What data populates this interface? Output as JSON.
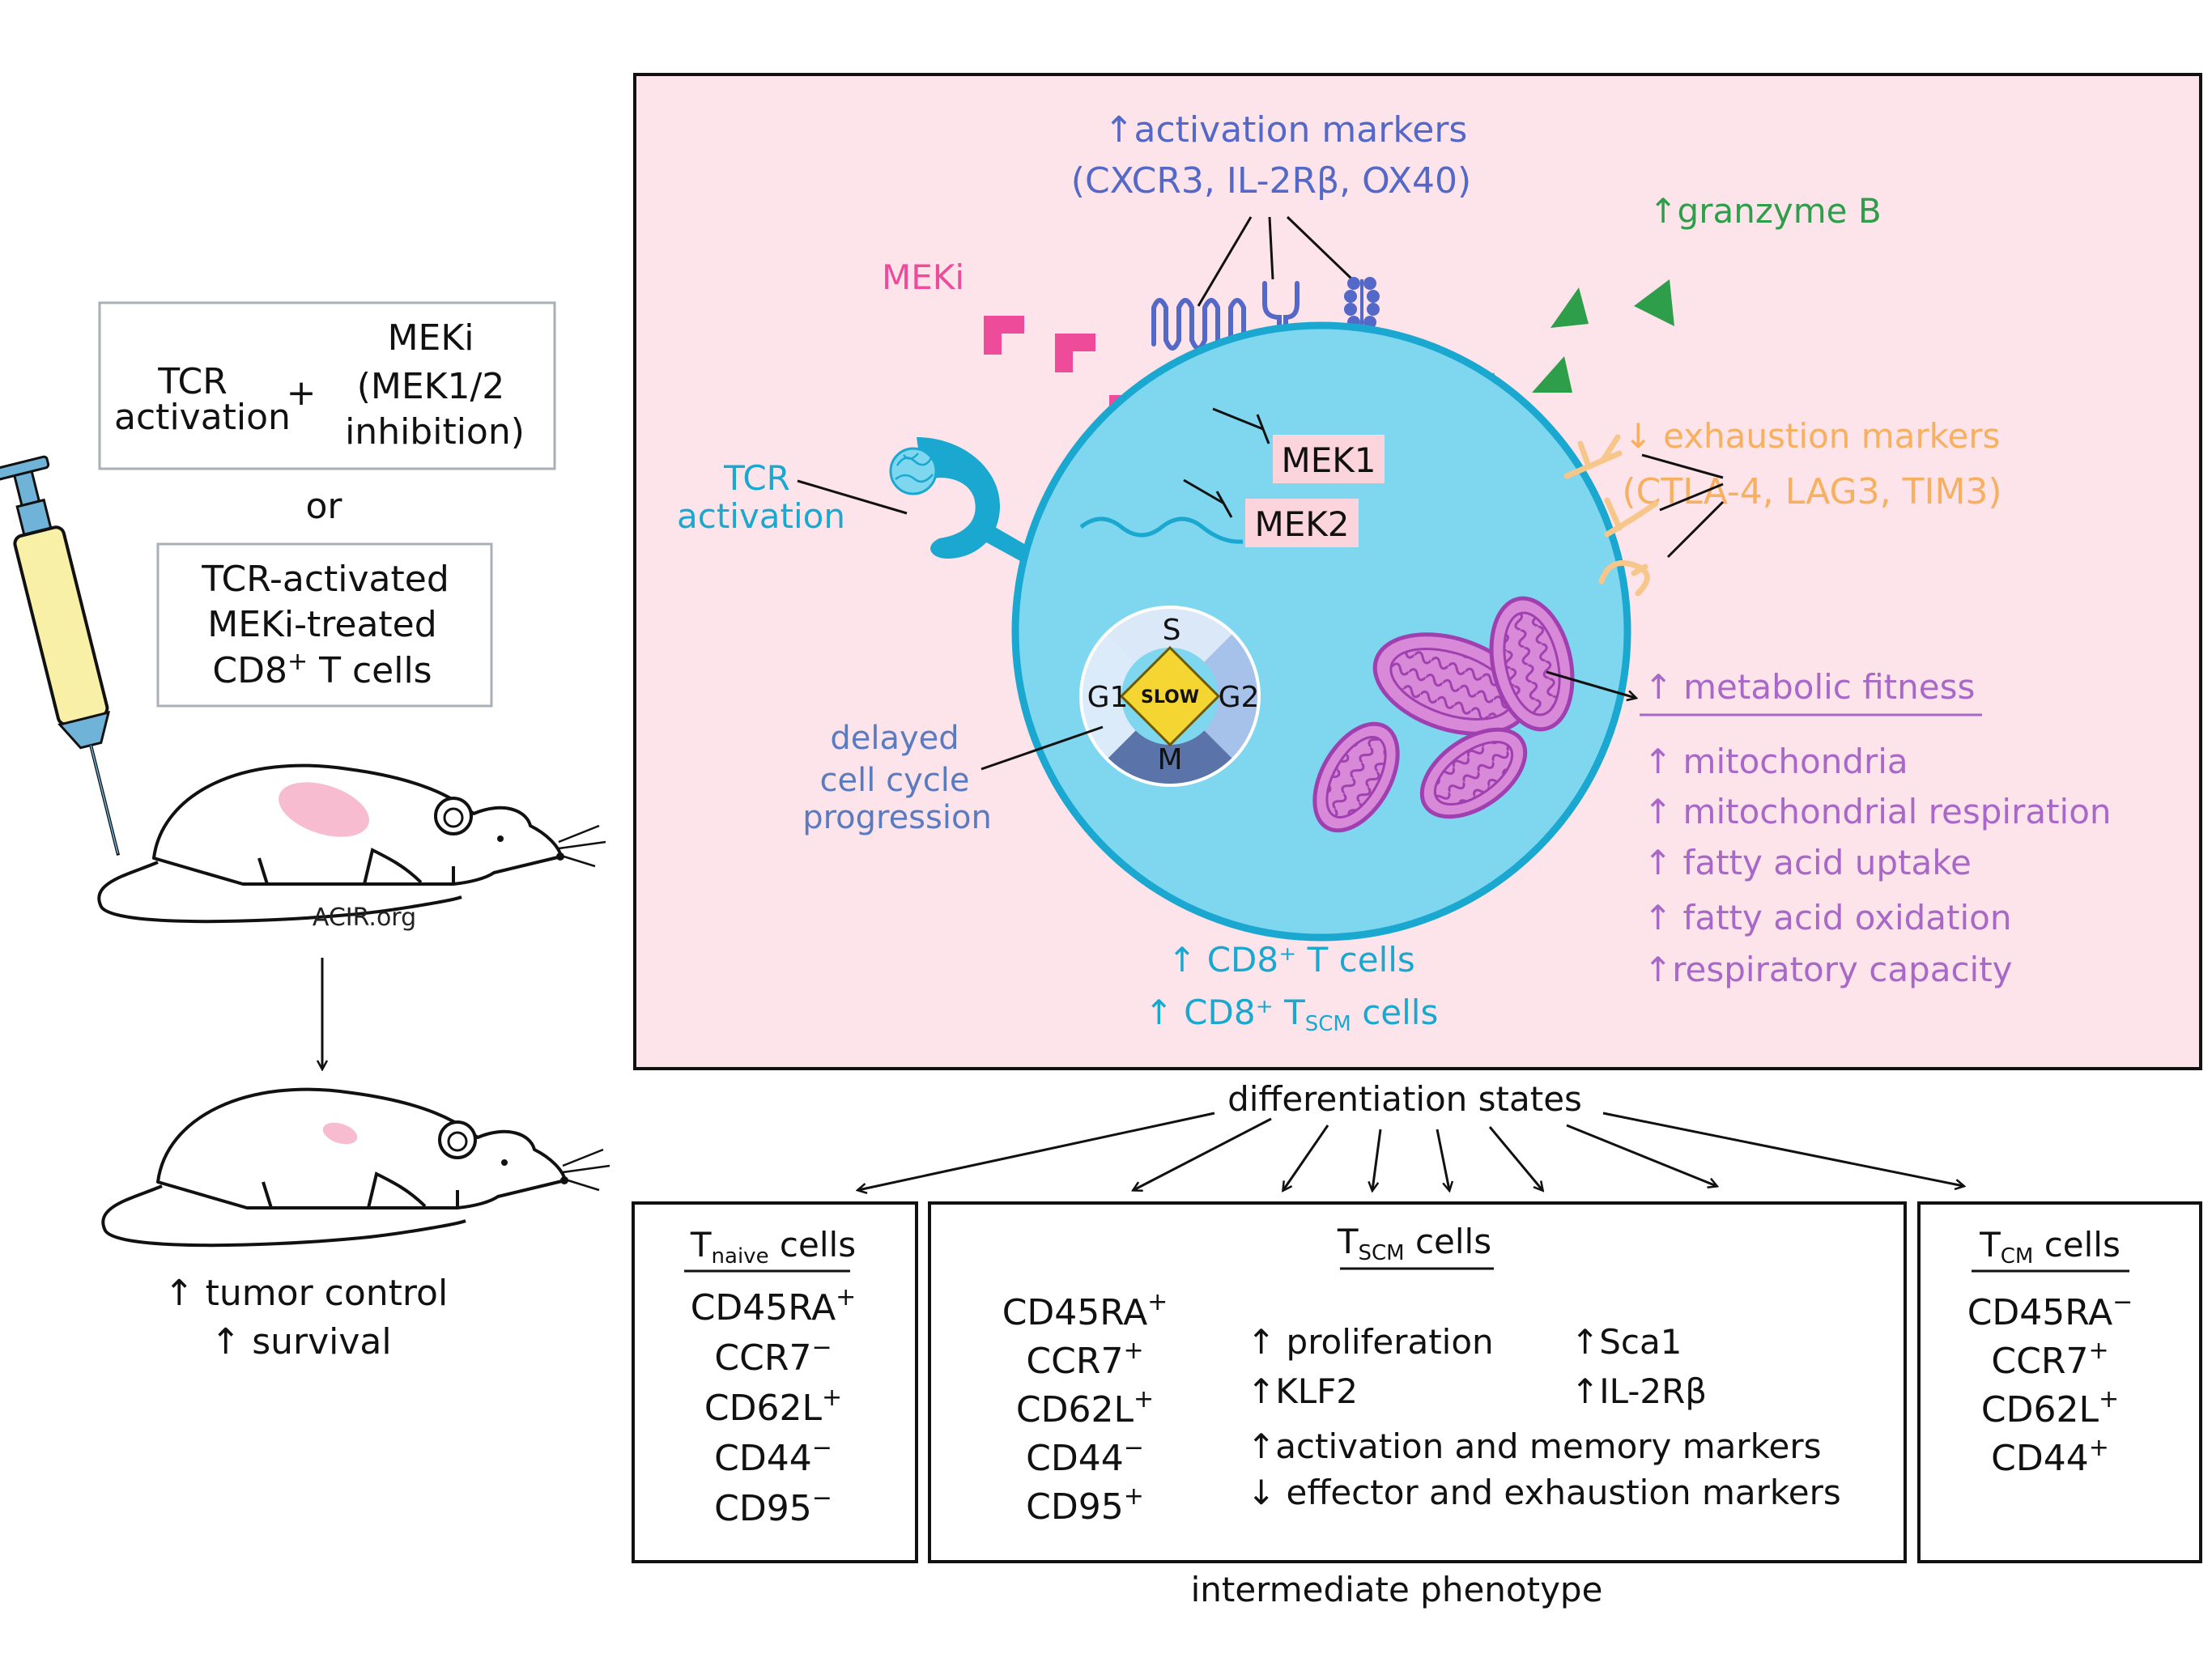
{
  "colors": {
    "panel_bg": "#fde4ea",
    "cell_fill": "#7fd6ef",
    "cell_border": "#1aa8d0",
    "meki_pink": "#ee4c9b",
    "activation_blue": "#5468c8",
    "granzyme_green": "#2e9e4a",
    "exhaustion_orange": "#f6b060",
    "metabolic_purple": "#a868c8",
    "tcr_cyan": "#1aa8d0",
    "cellcycle_blue": "#5a7bc0",
    "slow_yellow": "#f5d532"
  },
  "left": {
    "box1": {
      "tcr": "TCR",
      "activation": "activation",
      "plus": "+",
      "meki": "MEKi",
      "meki_sub1": "(MEK1/2",
      "meki_sub2": "inhibition)"
    },
    "or": "or",
    "box2": {
      "line1": "TCR-activated",
      "line2": "MEKi-treated",
      "line3_main": "CD8",
      "line3_sup": "+",
      "line3_rest": " T cells"
    },
    "watermark": "ACIR.org",
    "outcome1": "↑ tumor control",
    "outcome2": "↑ survival"
  },
  "panel": {
    "activation_markers": {
      "title": "↑activation markers",
      "list": "(CXCR3, IL-2Rβ, OX40)"
    },
    "granzyme": "↑granzyme B",
    "meki": "MEKi",
    "mek1": "MEK1",
    "mek2": "MEK2",
    "tcr": {
      "line1": "TCR",
      "line2": "activation"
    },
    "exhaustion": {
      "title": "↓ exhaustion  markers",
      "list": "(CTLA-4, LAG3, TIM3)"
    },
    "cellcycle": {
      "s": "S",
      "g1": "G1",
      "g2": "G2",
      "m": "M",
      "slow": "SLOW",
      "label1": "delayed",
      "label2": "cell cycle",
      "label3": "progression"
    },
    "metabolic": {
      "title": "↑ metabolic fitness",
      "items": [
        "↑  mitochondria",
        "↑ mitochondrial  respiration",
        "↑  fatty acid  uptake",
        "↑  fatty acid  oxidation",
        "↑respiratory capacity"
      ]
    },
    "cd8": {
      "line1": "↑ CD8⁺ T cells",
      "line2_pre": "↑ CD8⁺ T",
      "line2_sub": "SCM",
      "line2_post": " cells"
    }
  },
  "differentiation": "differentiation states",
  "naive": {
    "title_t": "T",
    "title_sub": "naive",
    "title_rest": " cells",
    "markers": [
      {
        "name": "CD45RA",
        "sign": "+"
      },
      {
        "name": "CCR7",
        "sign": "−"
      },
      {
        "name": "CD62L",
        "sign": "+"
      },
      {
        "name": "CD44",
        "sign": "−"
      },
      {
        "name": "CD95",
        "sign": "−"
      }
    ]
  },
  "tscm": {
    "title_t": "T",
    "title_sub": "SCM",
    "title_rest": " cells",
    "markers": [
      {
        "name": "CD45RA",
        "sign": "+"
      },
      {
        "name": "CCR7",
        "sign": "+"
      },
      {
        "name": "CD62L",
        "sign": "+"
      },
      {
        "name": "CD44",
        "sign": "−"
      },
      {
        "name": "CD95",
        "sign": "+"
      }
    ],
    "features": {
      "proliferation": "↑ proliferation",
      "klf2": "↑KLF2",
      "sca1": "↑Sca1",
      "il2rb": "↑IL-2Rβ",
      "activation_memory": "↑activation and  memory markers",
      "effector_exhaustion": "↓ effector  and  exhaustion markers"
    }
  },
  "tcm": {
    "title_t": "T",
    "title_sub": "CM",
    "title_rest": " cells",
    "markers": [
      {
        "name": "CD45RA",
        "sign": "−"
      },
      {
        "name": "CCR7",
        "sign": "+"
      },
      {
        "name": "CD62L",
        "sign": "+"
      },
      {
        "name": "CD44",
        "sign": "+"
      }
    ]
  },
  "intermediate": "intermediate phenotype"
}
